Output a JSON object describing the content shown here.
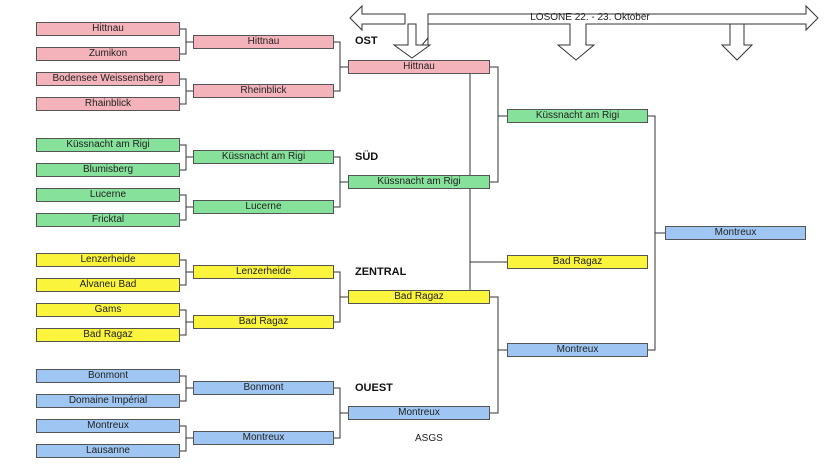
{
  "header": {
    "event": "LOSONE 22. - 23. Oktober"
  },
  "regions": {
    "ost": "OST",
    "sued": "SÜD",
    "zentral": "ZENTRAL",
    "ouest": "OUEST"
  },
  "round1": [
    "Hittnau",
    "Zumikon",
    "Bodensee Weissensberg",
    "Rhainblick",
    "Küssnacht am Rigi",
    "Blumisberg",
    "Lucerne",
    "Fricktal",
    "Lenzerheide",
    "Alvaneu Bad",
    "Gams",
    "Bad Ragaz",
    "Bonmont",
    "Domaine Impérial",
    "Montreux",
    "Lausanne"
  ],
  "round2": [
    "Hittnau",
    "Rheinblick",
    "Küssnacht am Rigi",
    "Lucerne",
    "Lenzerheide",
    "Bad Ragaz",
    "Bonmont",
    "Montreux"
  ],
  "regional_winners": [
    "Hittnau",
    "Küssnacht am Rigi",
    "Bad Ragaz",
    "Montreux"
  ],
  "semifinals": [
    "Küssnacht am Rigi",
    "Bad Ragaz",
    "Montreux"
  ],
  "champion": "Montreux",
  "footer": "ASGS",
  "colors": {
    "ost": "#f4b3bb",
    "sued": "#86e29a",
    "zentral": "#fbf43c",
    "ouest": "#9fc6f2"
  }
}
